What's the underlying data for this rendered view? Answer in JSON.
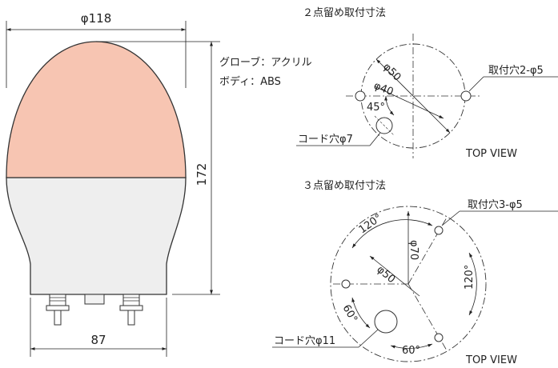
{
  "lamp": {
    "dim_diameter_top": "φ118",
    "dim_height": "172",
    "dim_base_width": "87",
    "material_globe": "グローブ：アクリル",
    "material_body": "ボディ：ABS",
    "colors": {
      "globe": "#f7c5b2",
      "body": "#eeeeee",
      "outline": "#333333",
      "line": "#222222"
    }
  },
  "top_pattern_2point": {
    "title": "２点留め取付寸法",
    "dim_outer_circle": "φ50",
    "dim_inner_circle": "φ40",
    "dim_angle": "45°",
    "hole_label": "取付穴2-φ5",
    "cord_label": "コード穴φ7",
    "view_label": "TOP VIEW"
  },
  "top_pattern_3point": {
    "title": "３点留め取付寸法",
    "dim_outer_circle": "φ70",
    "dim_inner_circle": "φ50",
    "angle_top_left": "120°",
    "angle_right": "120°",
    "angle_left": "60°",
    "angle_bottom": "60°",
    "hole_label": "取付穴3-φ5",
    "cord_label": "コード穴φ11",
    "view_label": "TOP VIEW"
  }
}
